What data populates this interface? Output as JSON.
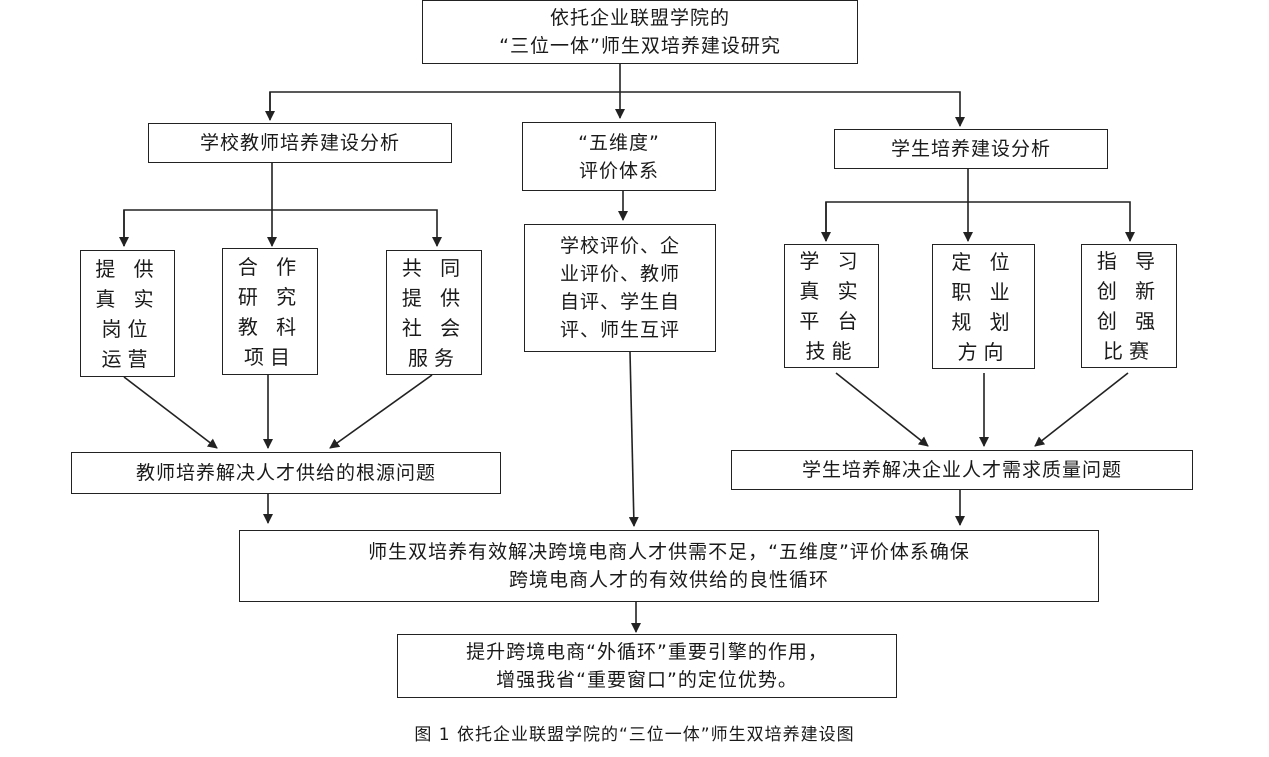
{
  "top": {
    "line1": "依托企业联盟学院的",
    "line2": "“三位一体”师生双培养建设研究"
  },
  "left": {
    "title": "学校教师培养建设分析",
    "children": [
      {
        "l1": "提 供",
        "l2": "真 实",
        "l3": "岗位",
        "l4": "运营"
      },
      {
        "l1": "合 作",
        "l2": "研 究",
        "l3": "教 科",
        "l4": "项目"
      },
      {
        "l1": "共 同",
        "l2": "提 供",
        "l3": "社 会",
        "l4": "服务"
      }
    ],
    "result": "教师培养解决人才供给的根源问题"
  },
  "middle": {
    "title1": "“五维度”",
    "title2": "评价体系",
    "detail": [
      "学校评价、企",
      "业评价、教师",
      "自评、学生自",
      "评、师生互评"
    ]
  },
  "right": {
    "title": "学生培养建设分析",
    "children": [
      {
        "l1": "学 习",
        "l2": "真 实",
        "l3": "平 台",
        "l4": "技能"
      },
      {
        "l1": "定 位",
        "l2": "职 业",
        "l3": "规 划",
        "l4": "方向"
      },
      {
        "l1": "指 导",
        "l2": "创 新",
        "l3": "创 强",
        "l4": "比赛"
      }
    ],
    "result": "学生培养解决企业人才需求质量问题"
  },
  "combined": {
    "line1": "师生双培养有效解决跨境电商人才供需不足，“五维度”评价体系确保",
    "line2": "跨境电商人才的有效供给的良性循环"
  },
  "final": {
    "line1": "提升跨境电商“外循环”重要引擎的作用，",
    "line2": "增强我省“重要窗口”的定位优势。"
  },
  "caption": "图 1  依托企业联盟学院的“三位一体”师生双培养建设图"
}
